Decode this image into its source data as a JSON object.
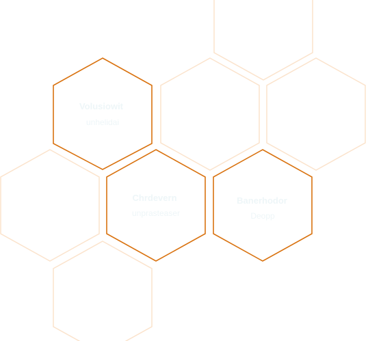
{
  "colors": {
    "accent_stroke": "#d9720f",
    "faint_stroke": "#fbe3cc",
    "label_text": "#eef6f8",
    "background": "#ffffff"
  },
  "hexagons": [
    {
      "id": "top-right",
      "style": "faint",
      "title": "",
      "subtitle": ""
    },
    {
      "id": "upper-left",
      "style": "strong",
      "title": "Volusiowit",
      "subtitle": "unhelidai"
    },
    {
      "id": "upper-middle",
      "style": "faint",
      "title": "",
      "subtitle": ""
    },
    {
      "id": "upper-right",
      "style": "faint",
      "title": "",
      "subtitle": ""
    },
    {
      "id": "middle-left",
      "style": "faint",
      "title": "",
      "subtitle": ""
    },
    {
      "id": "center",
      "style": "strong",
      "title": "Chrdevern",
      "subtitle": "unprasteaser"
    },
    {
      "id": "middle-right",
      "style": "strong",
      "title": "Banerhodor",
      "subtitle": "Deopp"
    },
    {
      "id": "bottom",
      "style": "faint",
      "title": "",
      "subtitle": ""
    }
  ]
}
